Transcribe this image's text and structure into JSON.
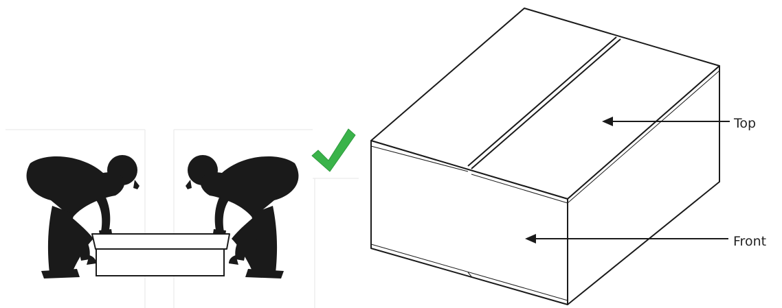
{
  "labels": {
    "top": "Top",
    "front": "Front"
  },
  "colors": {
    "silhouette": "#1a1a1a",
    "outline": "#1a1a1a",
    "check": "#3ab34a",
    "background": "#ffffff"
  },
  "icons": {
    "person_left": "person-lifting-silhouette",
    "person_right": "person-lifting-silhouette",
    "check": "check-mark-icon"
  }
}
